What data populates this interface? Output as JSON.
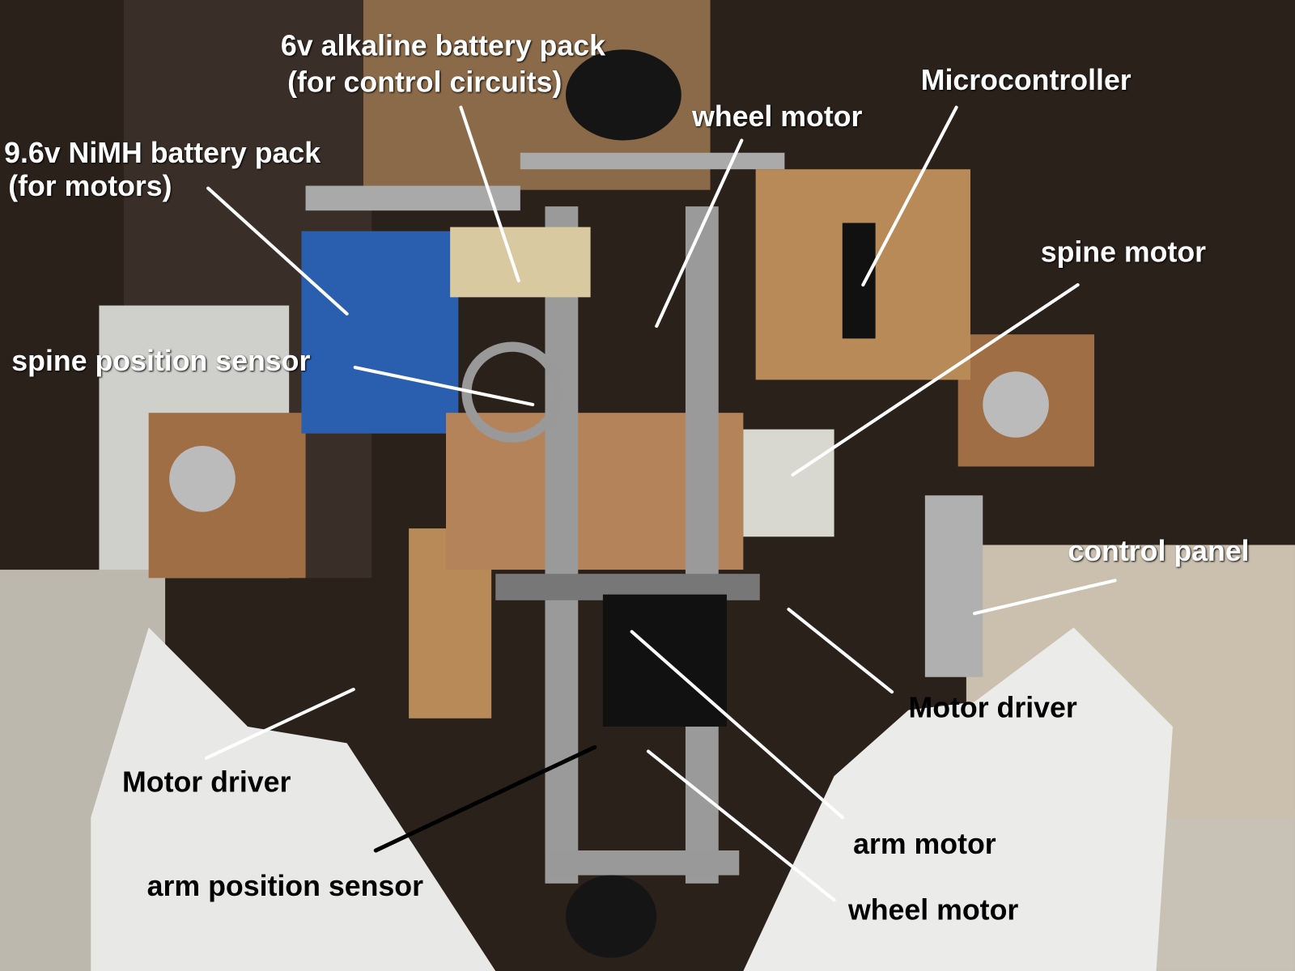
{
  "labels": {
    "battery_6v_line1": "6v alkaline battery pack",
    "battery_6v_line2": "(for control circuits)",
    "wheel_motor_top": "wheel motor",
    "microcontroller": "Microcontroller",
    "battery_96v_line1": "9.6v NiMH battery pack",
    "battery_96v_line2": "(for motors)",
    "spine_motor": "spine motor",
    "spine_position_sensor": "spine position sensor",
    "control_panel": "control panel",
    "motor_driver_right": "Motor driver",
    "motor_driver_left": "Motor driver",
    "arm_motor": "arm motor",
    "arm_position_sensor": "arm position sensor",
    "wheel_motor_bottom": "wheel motor"
  },
  "colors": {
    "label": "#ffffff",
    "leader_line": "#ffffff",
    "arm_sensor_line": "#000000"
  }
}
